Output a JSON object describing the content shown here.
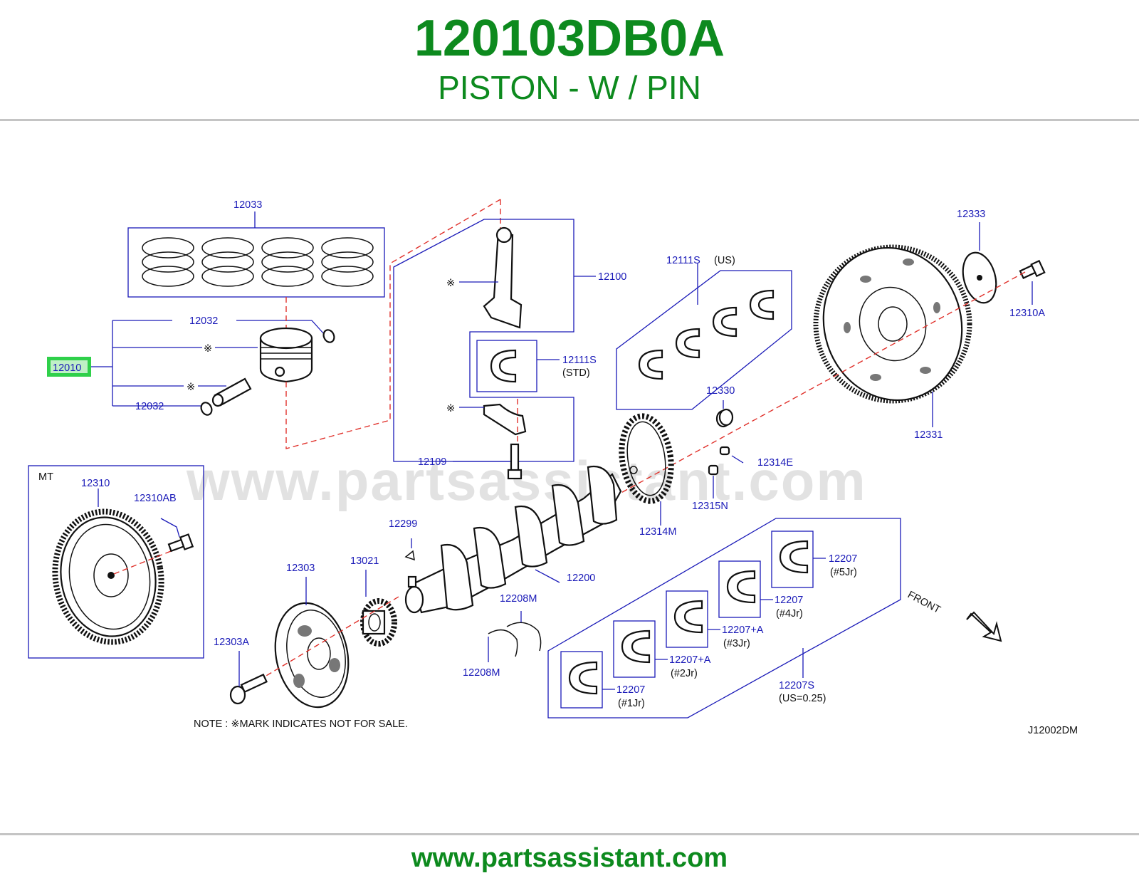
{
  "header": {
    "part_number": "120103DB0A",
    "part_name": "PISTON - W / PIN"
  },
  "footer": {
    "url": "www.partsassistant.com"
  },
  "diagram": {
    "code": "J12002DM",
    "watermark": "www.partsassistant.com",
    "note": "NOTE : ※MARK   INDICATES   NOT   FOR   SALE.",
    "front_label": "FRONT",
    "mt_label": "MT",
    "mark_symbol": "※",
    "highlight_color": "#2fd04a",
    "label_color": "#1a1ab8",
    "labels": {
      "p12033": "12033",
      "p12032_top": "12032",
      "p12032_bottom": "12032",
      "p12010": "12010",
      "p12100": "12100",
      "p12111S_std": "12111S",
      "std": "(STD)",
      "p12111S_us": "12111S",
      "us": "(US)",
      "p12109": "12109",
      "p12333": "12333",
      "p12310A": "12310A",
      "p12331": "12331",
      "p12330": "12330",
      "p12314E": "12314E",
      "p12315N": "12315N",
      "p12314M": "12314M",
      "p12310": "12310",
      "p12310AB": "12310AB",
      "p12299": "12299",
      "p12200": "12200",
      "p12303": "12303",
      "p13021": "13021",
      "p12208M_top": "12208M",
      "p12208M_bottom": "12208M",
      "p12303A": "12303A",
      "p12207_5": "12207",
      "jr5": "(#5Jr)",
      "p12207_4": "12207",
      "jr4": "(#4Jr)",
      "p12207A_3": "12207+A",
      "jr3": "(#3Jr)",
      "p12207A_2": "12207+A",
      "jr2": "(#2Jr)",
      "p12207_1": "12207",
      "jr1": "(#1Jr)",
      "p12207S": "12207S",
      "us025": "(US=0.25)"
    }
  }
}
